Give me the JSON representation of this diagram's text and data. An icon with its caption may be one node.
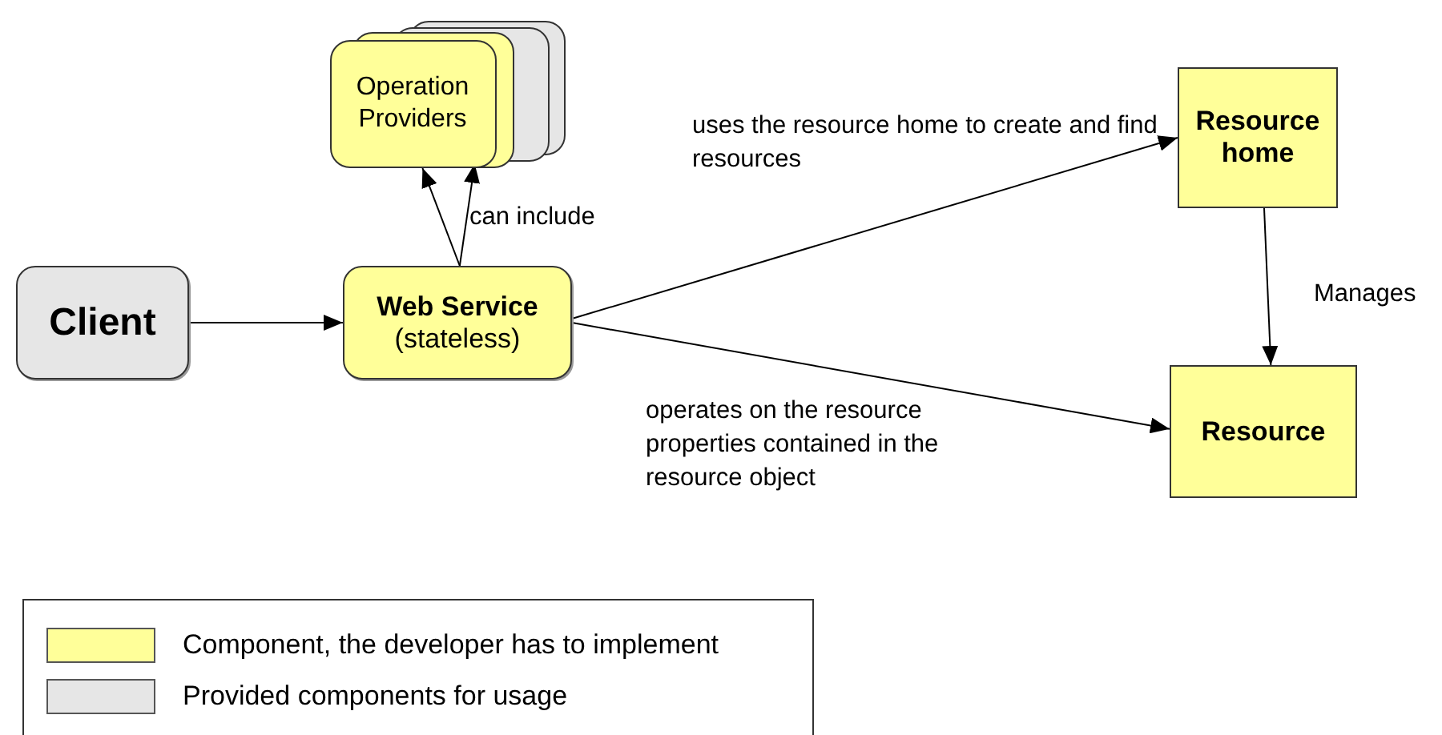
{
  "diagram": {
    "nodes": [
      {
        "text": [
          "Client"
        ]
      },
      {
        "text": [
          "Operation Providers"
        ]
      },
      {
        "text": [
          "**Web Service** (stateless)"
        ]
      },
      {
        "text": [
          "Resource home"
        ]
      },
      {
        "text": [
          "Resource"
        ]
      }
    ],
    "edges": [
      {
        "from": 0,
        "to": 2,
        "arrow": "to"
      },
      {
        "from": 2,
        "to": 1,
        "arrow": "to"
      },
      {
        "from": 2,
        "to": 1,
        "arrow": "to",
        "label": "can include"
      },
      {
        "from": 2,
        "to": 3,
        "arrow": "to",
        "label": "uses the resource home to create and find resources"
      },
      {
        "from": 2,
        "to": 4,
        "arrow": "to",
        "label": "operates on the resource properties contained in the resource object"
      },
      {
        "from": 3,
        "to": 4,
        "arrow": "to",
        "label": "Manages"
      }
    ],
    "legend": [
      {
        "text": "Component, the developer has to implement",
        "color": "#ffff99"
      },
      {
        "text": "Provided components for usage",
        "color": "#e6e6e6"
      }
    ]
  }
}
